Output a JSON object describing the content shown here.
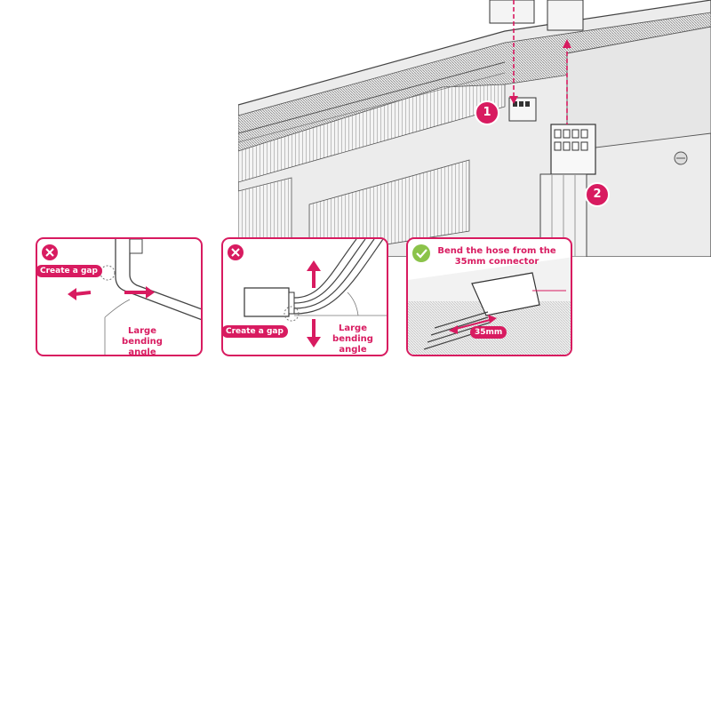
{
  "steps": {
    "one": "1",
    "two": "2"
  },
  "panels": [
    {
      "status": "incorrect",
      "gap_label": "Create a gap",
      "angle_label_line1": "Large bending",
      "angle_label_line2": "angle"
    },
    {
      "status": "incorrect",
      "gap_label": "Create a gap",
      "angle_label_line1": "Large bending",
      "angle_label_line2": "angle"
    },
    {
      "status": "correct",
      "instruction_line1": "Bend the hose from the",
      "instruction_line2": "35mm connector",
      "distance_label": "35mm"
    }
  ],
  "colors": {
    "accent": "#d81b60",
    "correct": "#8bc34a",
    "line": "#555555"
  }
}
